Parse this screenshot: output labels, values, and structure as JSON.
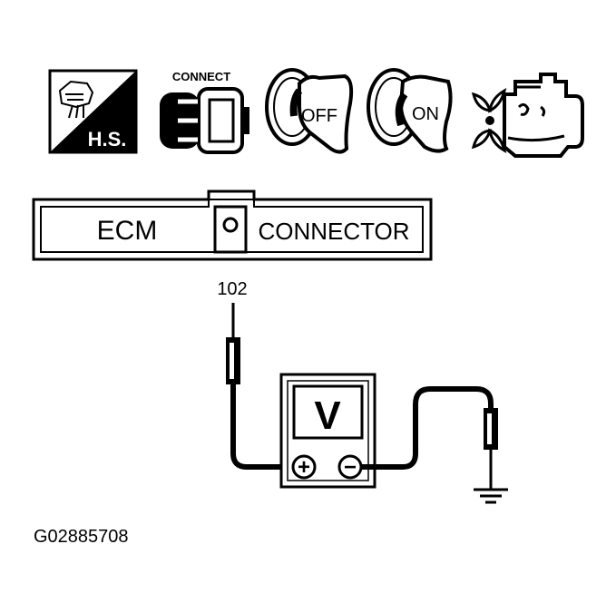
{
  "icons": {
    "harness_label": "H.S.",
    "connect_label": "CONNECT",
    "ignition_off_label": "OFF",
    "ignition_on_label": "ON"
  },
  "connector": {
    "left_label": "ECM",
    "right_label": "CONNECTOR"
  },
  "terminal_number": "102",
  "meter": {
    "mode_label": "V",
    "positive_symbol": "+",
    "negative_symbol": "−"
  },
  "figure_id": "G02885708",
  "colors": {
    "ink": "#000000",
    "paper": "#ffffff",
    "shade": "#b9b9b9"
  }
}
